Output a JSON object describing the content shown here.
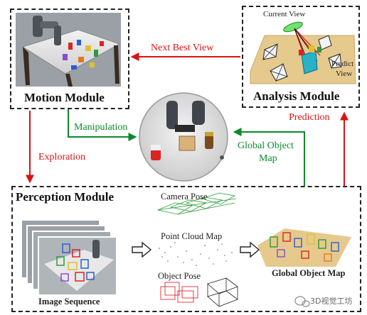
{
  "modules": {
    "motion": "Motion Module",
    "analysis": "Analysis Module",
    "perception": "Perception Module"
  },
  "edges": {
    "next_best_view": "Next Best View",
    "manipulation": "Manipulation",
    "exploration": "Exploration",
    "prediction": "Prediction",
    "global_object_map_1": "Global Object",
    "global_object_map_2": "Map"
  },
  "analysis_labels": {
    "current_view": "Current View",
    "predict_1": "Predict",
    "predict_2": "View"
  },
  "perception_labels": {
    "camera_pose": "Camera Pose",
    "point_cloud_map": "Point Cloud Map",
    "object_pose": "Object Pose",
    "image_sequence": "Image Sequence",
    "global_object_map": "Global Object Map"
  },
  "watermark": "3D视觉工坊",
  "colors": {
    "red": "#dd1111",
    "green": "#0a8a2a",
    "table": "#e6c98d"
  }
}
